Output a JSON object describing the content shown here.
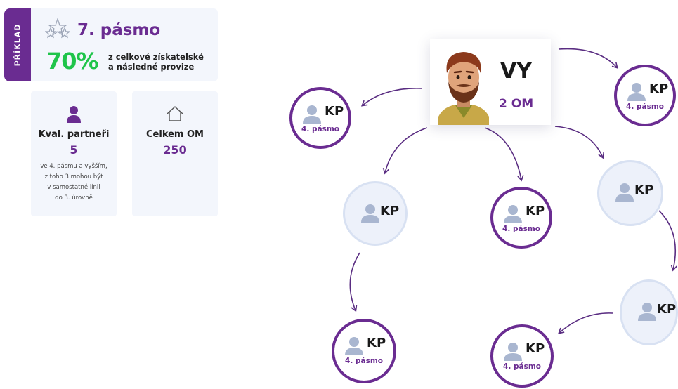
{
  "example": {
    "tab_label": "PŘÍKLAD",
    "rank_title": "7. pásmo",
    "percent": "70%",
    "desc_line1": "z celkové získatelské",
    "desc_line2": "a následné provize"
  },
  "stats": [
    {
      "icon": "person-icon",
      "label": "Kval. partneři",
      "value": "5",
      "note": [
        "ve 4. pásmu a vyšším,",
        "z toho 3 mohou být",
        "v samostatné línii",
        "do 3. úrovně"
      ]
    },
    {
      "icon": "house-icon",
      "label": "Celkem OM",
      "value": "250"
    }
  ],
  "you": {
    "label": "VY",
    "sub": "2 OM"
  },
  "nodes": [
    {
      "label": "KP",
      "level": "4. pásmo",
      "qualified": true
    },
    {
      "label": "KP",
      "level": "4. pásmo",
      "qualified": true
    },
    {
      "label": "KP",
      "level": "",
      "qualified": false
    },
    {
      "label": "KP",
      "level": "4. pásmo",
      "qualified": true
    },
    {
      "label": "KP",
      "level": "",
      "qualified": false
    },
    {
      "label": "KP",
      "level": "4. pásmo",
      "qualified": true
    },
    {
      "label": "KP",
      "level": "",
      "qualified": false
    },
    {
      "label": "KP",
      "level": "4. pásmo",
      "qualified": true
    }
  ],
  "colors": {
    "brand_purple": "#6a2c91",
    "accent_green": "#1fc44a",
    "panel_bg": "#f3f6fc"
  }
}
